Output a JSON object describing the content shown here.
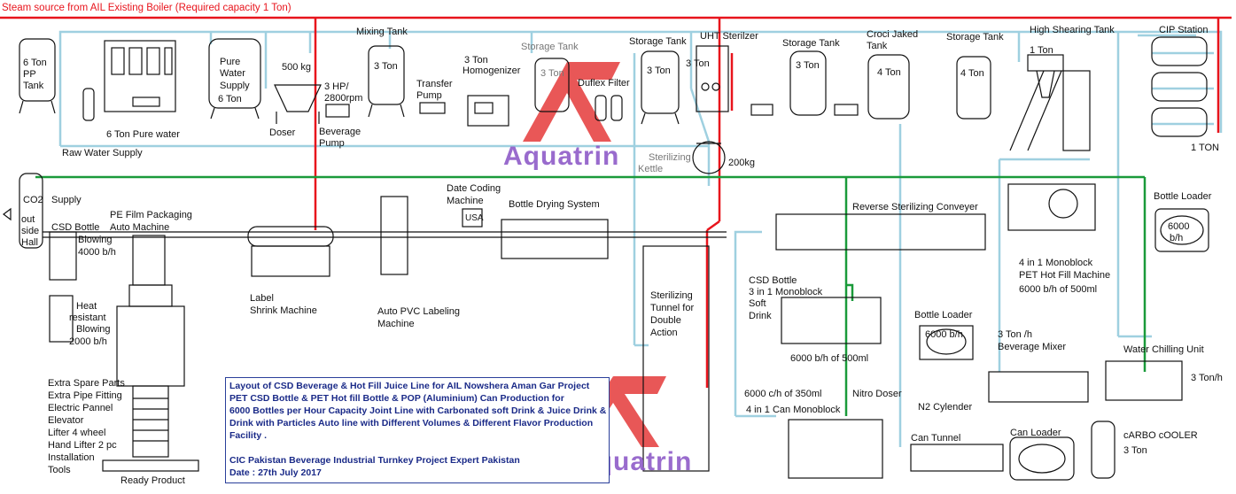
{
  "header": {
    "steam": "Steam source from AIL Existing Boiler (Required capacity 1 Ton)"
  },
  "top_row": {
    "pp_tank": "6 Ton PP Tank",
    "pure_water_supply_1": "Pure",
    "pure_water_supply_2": "Water",
    "pure_water_supply_3": "Supply",
    "pure_water_supply_4": "6 Ton",
    "doser_qty": "500 kg",
    "doser": "Doser",
    "pure_water": "6 Ton Pure water",
    "raw_water": "Raw Water Supply",
    "mixing_tank": "Mixing Tank",
    "hp_1": "3 HP/",
    "hp_2": "2800rpm",
    "mixing_qty": "3 Ton",
    "beverage_pump_1": "Beverage",
    "beverage_pump_2": "Pump",
    "transfer_pump_1": "Transfer",
    "transfer_pump_2": "Pump",
    "homogenizer_1": "3 Ton",
    "homogenizer_2": "Homogenizer",
    "storage_tank_a": "Storage Tank",
    "storage_a_qty": "3 Ton",
    "duflex_filter": "Duflex Filter",
    "storage_tank_b": "Storage Tank",
    "storage_b_qty": "3 Ton",
    "uht": "UHT Sterilzer",
    "uht_qty": "3 Ton",
    "storage_tank_c": "Storage Tank",
    "storage_c_qty": "3 Ton",
    "croci_1": "Croci Jaked",
    "croci_2": "Tank",
    "croci_qty": "4 Ton",
    "storage_tank_d": "Storage Tank",
    "storage_d_qty": "4 Ton",
    "high_shear": "High Shearing Tank",
    "high_shear_qty": "1 Ton",
    "cip": "CIP Station",
    "cip_qty": "1 TON",
    "kettle_1": "Sterilizing",
    "kettle_2": "Kettle",
    "kettle_qty": "200kg"
  },
  "left_col": {
    "co2": "CO2",
    "supply": "Supply",
    "out_1": "out",
    "out_2": "side",
    "out_3": "Hall",
    "csd_blow_1": "CSD Bottle",
    "csd_blow_2": "Blowing",
    "csd_blow_3": "4000 b/h",
    "pe_film_1": "PE Film Packaging",
    "pe_film_2": "Auto Machine",
    "heat_1": "Heat",
    "heat_2": "resistant",
    "heat_3": "Blowing",
    "heat_4": "2000 b/h",
    "spares": [
      "Extra Spare Parts",
      "Extra Pipe Fitting",
      "Electric Pannel",
      "Elevator",
      "Lifter 4 wheel",
      "Hand Lifter 2 pc",
      "Installation",
      "Tools"
    ],
    "ready": "Ready Product"
  },
  "middle": {
    "label_shrink_1": "Label",
    "label_shrink_2": "Shrink Machine",
    "pvc_1": "Auto PVC Labeling",
    "pvc_2": "Machine",
    "date_1": "Date Coding",
    "date_2": "Machine",
    "usa": "USA",
    "drying": "Bottle Drying System",
    "tunnel_1": "Sterilizing",
    "tunnel_2": "Tunnel for",
    "tunnel_3": "Double",
    "tunnel_4": "Action"
  },
  "right": {
    "reverse": "Reverse Sterilizing Conveyer",
    "bottle_loader_a": "Bottle Loader",
    "bottle_loader_a_qty_1": "6000",
    "bottle_loader_a_qty_2": "b/h",
    "mono_hot_1": "4 in 1 Monoblock",
    "mono_hot_2": "PET Hot Fill Machine",
    "mono_hot_3": "6000 b/h of 500ml",
    "csd_mono_1": "CSD Bottle",
    "csd_mono_2": "3 in 1 Monoblock",
    "csd_mono_3": "Soft",
    "csd_mono_4": "Drink",
    "csd_mono_5": "6000 b/h of 500ml",
    "bottle_loader_b": "Bottle Loader",
    "bottle_loader_b_qty": "6000 b/h",
    "bev_mixer_1": "3 Ton /h",
    "bev_mixer_2": "Beverage Mixer",
    "chilling": "Water Chilling Unit",
    "chilling_qty": "3 Ton/h",
    "can_1": "6000 c/h of 350ml",
    "can_2": "4 in 1 Can Monoblock",
    "nitro": "Nitro Doser",
    "n2": "N2 Cylender",
    "can_tunnel": "Can  Tunnel",
    "can_loader": "Can Loader",
    "cooler_1": "cARBO cOOLER",
    "cooler_2": "3 Ton"
  },
  "info_box": {
    "line1": "Layout of CSD Beverage & Hot Fill Juice Line for AIL Nowshera Aman Gar Project",
    "line2": "PET CSD Bottle & PET Hot fill Bottle & POP (Aluminium) Can Production for",
    "line3": "6000 Bottles per Hour   Capacity Joint Line with Carbonated soft Drink & Juice Drink &",
    "line4": "Drink with Particles Auto line with Different Volumes & Different Flavor Production",
    "line5": "Facility .",
    "line6": "CIC Pakistan Beverage Industrial Turnkey Project Expert Pakistan",
    "line7": "Date : 27th July 2017"
  },
  "watermark": {
    "brand": "Aquatrin"
  },
  "colors": {
    "steam": "#e8141c",
    "water": "#9fd0e0",
    "co2": "#1a9a3a",
    "box_border": "#2a3f9a",
    "brand": "#8e5cc8"
  }
}
